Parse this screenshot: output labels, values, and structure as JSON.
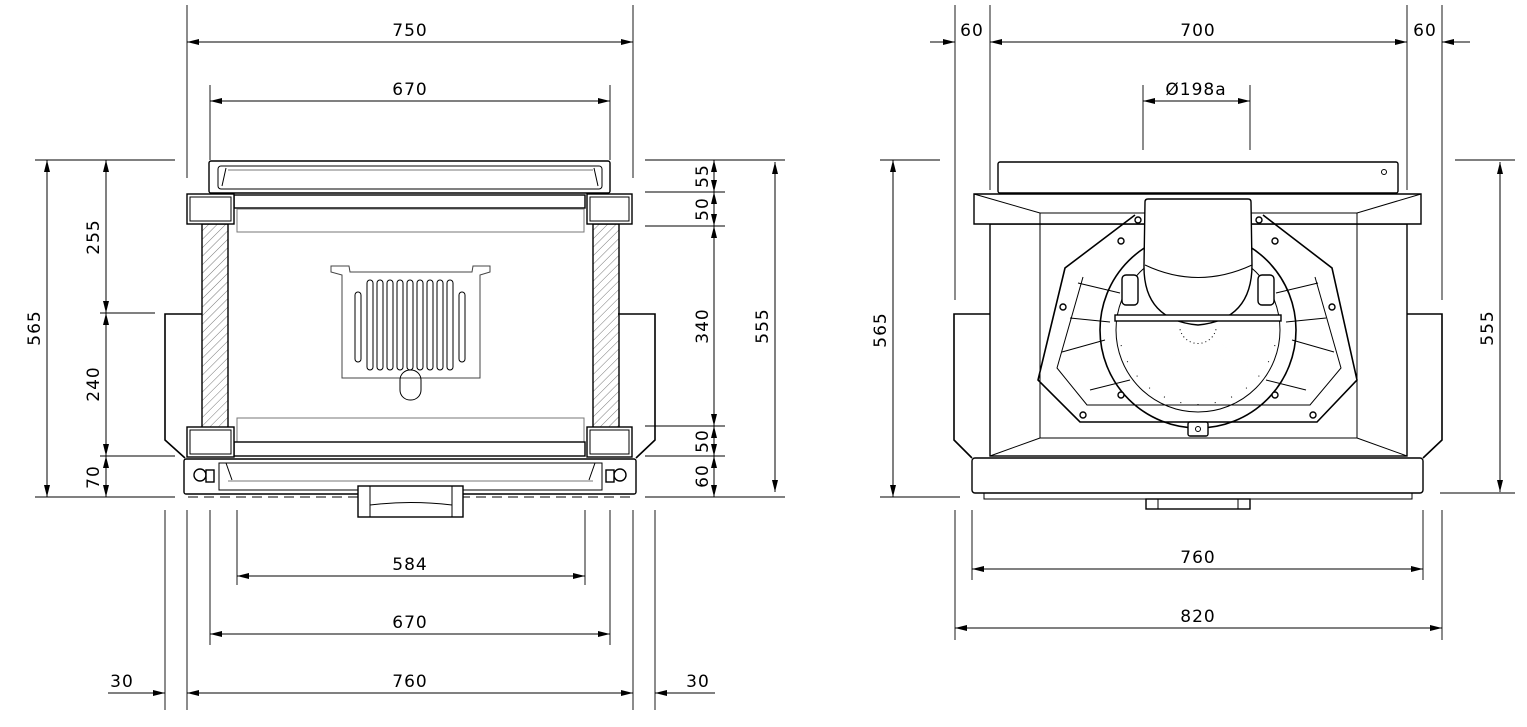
{
  "front_view": {
    "width_overall_top": "750",
    "width_inner_top": "670",
    "height_total_left": "565",
    "height_upper_left": "255",
    "height_middle_left": "240",
    "height_lower_left": "70",
    "height_top_panel": "55",
    "height_top_block": "50",
    "height_middle_right": "340",
    "height_bottom_block": "50",
    "height_bottom_door": "60",
    "height_total_right": "555",
    "width_glass": "584",
    "width_inner_bottom": "670",
    "width_overall_bottom": "760",
    "offset_left": "30",
    "offset_right": "30"
  },
  "side_view": {
    "offset_left_top": "60",
    "width_top": "700",
    "offset_right_top": "60",
    "flue_diameter": "Ø198a",
    "height_total_left": "565",
    "height_total_right": "555",
    "width_base": "760",
    "width_overall": "820"
  }
}
